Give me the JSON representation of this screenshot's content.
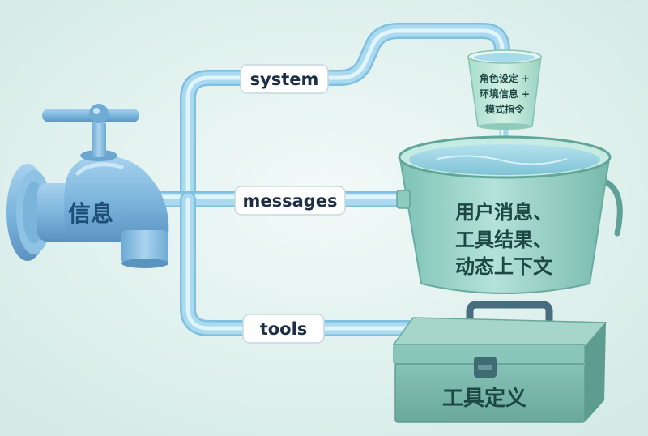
{
  "faucet": {
    "label": "信息"
  },
  "channels": {
    "system": "system",
    "messages": "messages",
    "tools": "tools"
  },
  "cup": {
    "lines": [
      "角色设定 +",
      "环境信息 +",
      "模式指令"
    ]
  },
  "bucket": {
    "lines": [
      "用户消息、",
      "工具结果、",
      "动态上下文"
    ]
  },
  "toolbox": {
    "label": "工具定义"
  },
  "colors": {
    "faucet_text": "#1f4e79",
    "channel_text": "#1e2f45",
    "container_text": "#1d4743",
    "pipe": "#9fd3ec"
  }
}
